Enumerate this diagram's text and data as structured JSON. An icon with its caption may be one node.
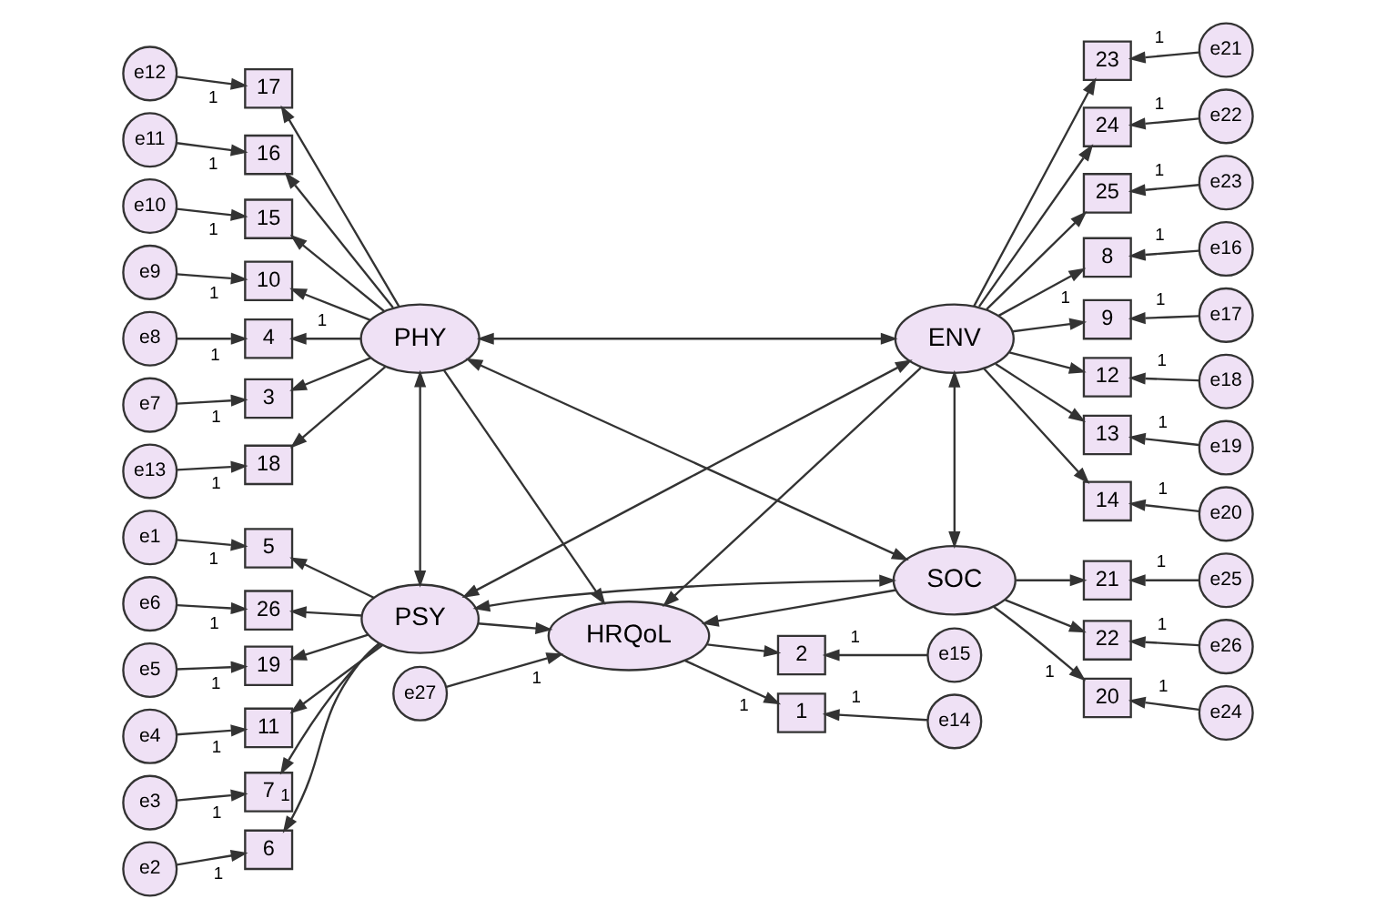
{
  "diagram": {
    "nodes": [
      {
        "text": [
          "PSY"
        ]
      },
      {
        "text": [
          "ENV"
        ]
      },
      {
        "text": [
          "PHY"
        ]
      },
      {
        "text": [
          "SOC"
        ]
      },
      {
        "text": [
          "HRQoL"
        ]
      },
      {
        "text": [
          "e27"
        ]
      },
      {
        "text": [
          "26"
        ]
      },
      {
        "text": [
          "19"
        ]
      },
      {
        "text": [
          "11"
        ]
      },
      {
        "text": [
          "7"
        ]
      },
      {
        "text": [
          "6"
        ]
      },
      {
        "text": [
          "5"
        ]
      },
      {
        "text": [
          "e6"
        ]
      },
      {
        "text": [
          "e5"
        ]
      },
      {
        "text": [
          "e4"
        ]
      },
      {
        "text": [
          "e3"
        ]
      },
      {
        "text": [
          "e2"
        ]
      },
      {
        "text": [
          "e1"
        ]
      },
      {
        "text": [
          "18"
        ]
      },
      {
        "text": [
          "17"
        ]
      },
      {
        "text": [
          "16"
        ]
      },
      {
        "text": [
          "15"
        ]
      },
      {
        "text": [
          "10"
        ]
      },
      {
        "text": [
          "4"
        ]
      },
      {
        "text": [
          "3"
        ]
      },
      {
        "text": [
          "e13"
        ]
      },
      {
        "text": [
          "e12"
        ]
      },
      {
        "text": [
          "e11"
        ]
      },
      {
        "text": [
          "e10"
        ]
      },
      {
        "text": [
          "e9"
        ]
      },
      {
        "text": [
          "e8"
        ]
      },
      {
        "text": [
          "e7"
        ]
      },
      {
        "text": [
          "8"
        ]
      },
      {
        "text": [
          "9"
        ]
      },
      {
        "text": [
          "12"
        ]
      },
      {
        "text": [
          "13"
        ]
      },
      {
        "text": [
          "14"
        ]
      },
      {
        "text": [
          "23"
        ]
      },
      {
        "text": [
          "24"
        ]
      },
      {
        "text": [
          "25"
        ]
      },
      {
        "text": [
          "e16"
        ]
      },
      {
        "text": [
          "e17"
        ]
      },
      {
        "text": [
          "e18"
        ]
      },
      {
        "text": [
          "e19"
        ]
      },
      {
        "text": [
          "e20"
        ]
      },
      {
        "text": [
          "e21"
        ]
      },
      {
        "text": [
          "e22"
        ]
      },
      {
        "text": [
          "e23"
        ]
      },
      {
        "text": [
          "20"
        ]
      },
      {
        "text": [
          "21"
        ]
      },
      {
        "text": [
          "22"
        ]
      },
      {
        "text": [
          "e24"
        ]
      },
      {
        "text": [
          "e25"
        ]
      },
      {
        "text": [
          "e26"
        ]
      },
      {
        "text": [
          "2"
        ]
      },
      {
        "text": [
          "1"
        ]
      },
      {
        "text": [
          "e15"
        ]
      },
      {
        "text": [
          "e14"
        ]
      }
    ],
    "edges": [
      {
        "from": 0,
        "to": 1,
        "arrow": "both"
      },
      {
        "from": 0,
        "to": 2,
        "arrow": "both"
      },
      {
        "from": 0,
        "to": 3,
        "arrow": "both"
      },
      {
        "from": 2,
        "to": 1,
        "arrow": "both"
      },
      {
        "from": 2,
        "to": 3,
        "arrow": "both"
      },
      {
        "from": 1,
        "to": 3,
        "arrow": "both"
      },
      {
        "from": 0,
        "to": 4,
        "arrow": "to"
      },
      {
        "from": 2,
        "to": 4,
        "arrow": "to"
      },
      {
        "from": 1,
        "to": 4,
        "arrow": "to"
      },
      {
        "from": 3,
        "to": 4,
        "arrow": "to"
      },
      {
        "from": 5,
        "to": 4,
        "label": "1",
        "arrow": "to"
      },
      {
        "from": 0,
        "to": 6,
        "arrow": "to"
      },
      {
        "from": 0,
        "to": 7,
        "arrow": "to"
      },
      {
        "from": 0,
        "to": 8,
        "arrow": "to"
      },
      {
        "from": 0,
        "to": 9,
        "arrow": "to"
      },
      {
        "from": 0,
        "to": 10,
        "label": "1",
        "arrow": "to"
      },
      {
        "from": 0,
        "to": 11,
        "arrow": "to"
      },
      {
        "from": 12,
        "to": 6,
        "label": "1",
        "arrow": "to"
      },
      {
        "from": 13,
        "to": 7,
        "label": "1",
        "arrow": "to"
      },
      {
        "from": 14,
        "to": 8,
        "label": "1",
        "arrow": "to"
      },
      {
        "from": 15,
        "to": 9,
        "label": "1",
        "arrow": "to"
      },
      {
        "from": 16,
        "to": 10,
        "label": "1",
        "arrow": "to"
      },
      {
        "from": 17,
        "to": 11,
        "label": "1",
        "arrow": "to"
      },
      {
        "from": 2,
        "to": 18,
        "arrow": "to"
      },
      {
        "from": 2,
        "to": 19,
        "arrow": "to"
      },
      {
        "from": 2,
        "to": 20,
        "arrow": "to"
      },
      {
        "from": 2,
        "to": 21,
        "arrow": "to"
      },
      {
        "from": 2,
        "to": 22,
        "arrow": "to"
      },
      {
        "from": 2,
        "to": 23,
        "label": "1",
        "arrow": "to"
      },
      {
        "from": 2,
        "to": 24,
        "arrow": "to"
      },
      {
        "from": 25,
        "to": 18,
        "label": "1",
        "arrow": "to"
      },
      {
        "from": 26,
        "to": 19,
        "label": "1",
        "arrow": "to"
      },
      {
        "from": 27,
        "to": 20,
        "label": "1",
        "arrow": "to"
      },
      {
        "from": 28,
        "to": 21,
        "label": "1",
        "arrow": "to"
      },
      {
        "from": 29,
        "to": 22,
        "label": "1",
        "arrow": "to"
      },
      {
        "from": 30,
        "to": 23,
        "label": "1",
        "arrow": "to"
      },
      {
        "from": 31,
        "to": 24,
        "label": "1",
        "arrow": "to"
      },
      {
        "from": 1,
        "to": 32,
        "label": "1",
        "arrow": "to"
      },
      {
        "from": 1,
        "to": 33,
        "arrow": "to"
      },
      {
        "from": 1,
        "to": 34,
        "arrow": "to"
      },
      {
        "from": 1,
        "to": 35,
        "arrow": "to"
      },
      {
        "from": 1,
        "to": 36,
        "arrow": "to"
      },
      {
        "from": 1,
        "to": 37,
        "arrow": "to"
      },
      {
        "from": 1,
        "to": 38,
        "arrow": "to"
      },
      {
        "from": 1,
        "to": 39,
        "arrow": "to"
      },
      {
        "from": 40,
        "to": 32,
        "label": "1",
        "arrow": "to"
      },
      {
        "from": 41,
        "to": 33,
        "label": "1",
        "arrow": "to"
      },
      {
        "from": 42,
        "to": 34,
        "label": "1",
        "arrow": "to"
      },
      {
        "from": 43,
        "to": 35,
        "label": "1",
        "arrow": "to"
      },
      {
        "from": 44,
        "to": 36,
        "label": "1",
        "arrow": "to"
      },
      {
        "from": 45,
        "to": 37,
        "label": "1",
        "arrow": "to"
      },
      {
        "from": 46,
        "to": 38,
        "label": "1",
        "arrow": "to"
      },
      {
        "from": 47,
        "to": 39,
        "label": "1",
        "arrow": "to"
      },
      {
        "from": 3,
        "to": 48,
        "label": "1",
        "arrow": "to"
      },
      {
        "from": 3,
        "to": 49,
        "arrow": "to"
      },
      {
        "from": 3,
        "to": 50,
        "arrow": "to"
      },
      {
        "from": 51,
        "to": 48,
        "label": "1",
        "arrow": "to"
      },
      {
        "from": 52,
        "to": 49,
        "label": "1",
        "arrow": "to"
      },
      {
        "from": 53,
        "to": 50,
        "label": "1",
        "arrow": "to"
      },
      {
        "from": 4,
        "to": 54,
        "arrow": "to"
      },
      {
        "from": 4,
        "to": 55,
        "label": "1",
        "arrow": "to"
      },
      {
        "from": 56,
        "to": 54,
        "label": "1",
        "arrow": "to"
      },
      {
        "from": 57,
        "to": 55,
        "label": "1",
        "arrow": "to"
      }
    ]
  }
}
